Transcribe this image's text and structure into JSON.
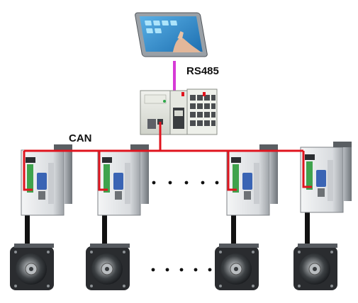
{
  "labels": {
    "rs485": "RS485",
    "can": "CAN"
  },
  "colors": {
    "can_bus": "#e0141e",
    "rs485_link": "#d63ad6",
    "motor_cable": "#111111",
    "background": "#ffffff"
  },
  "devices": {
    "hmi": {
      "icon": "touch-panel-icon"
    },
    "plc": {
      "icon": "plc-controller-icon"
    },
    "drives": [
      {
        "icon": "servo-drive-icon"
      },
      {
        "icon": "servo-drive-icon"
      },
      {
        "icon": "servo-drive-icon"
      },
      {
        "icon": "servo-drive-icon"
      }
    ],
    "motors": [
      {
        "icon": "servo-motor-icon"
      },
      {
        "icon": "servo-motor-icon"
      },
      {
        "icon": "servo-motor-icon"
      },
      {
        "icon": "servo-motor-icon"
      }
    ]
  },
  "ellipsis": {
    "drive_row_dots": 5,
    "motor_row_dots": 5
  }
}
